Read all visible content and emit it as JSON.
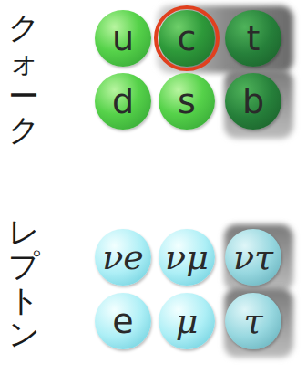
{
  "diagram": {
    "nodes": [
      {
        "text": [
          "u"
        ]
      },
      {
        "text": [
          "c"
        ]
      },
      {
        "text": [
          "t"
        ]
      },
      {
        "text": [
          "d"
        ]
      },
      {
        "text": [
          "s"
        ]
      },
      {
        "text": [
          "b"
        ]
      },
      {
        "text": [
          "νe"
        ]
      },
      {
        "text": [
          "νμ"
        ]
      },
      {
        "text": [
          "ντ"
        ]
      },
      {
        "text": [
          "e"
        ]
      },
      {
        "text": [
          "μ"
        ]
      },
      {
        "text": [
          "τ"
        ]
      }
    ],
    "labels": [
      "クォーク",
      "レプトン"
    ]
  }
}
